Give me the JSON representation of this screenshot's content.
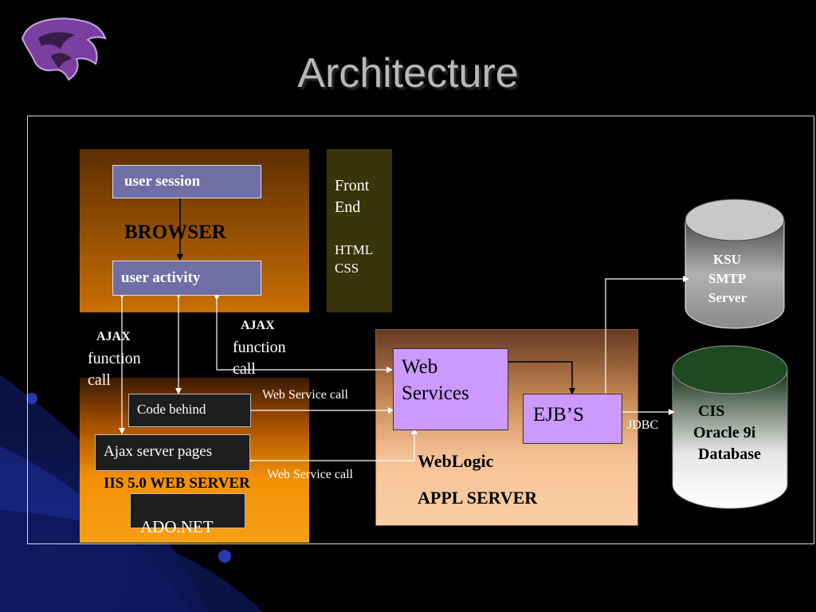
{
  "slide": {
    "title": "Architecture"
  },
  "browser": {
    "label": "BROWSER",
    "user_session": "user session",
    "user_activity": "user activity"
  },
  "front_end": {
    "line1": "Front",
    "line2": "End",
    "line3": "HTML",
    "line4": "CSS"
  },
  "iis": {
    "code_behind": "Code  behind",
    "ajax_pages": "Ajax server pages",
    "label": "IIS 5.0   WEB SERVER",
    "ado": "ADO.NET"
  },
  "ajax_left": {
    "line1": "AJAX",
    "line2": "function",
    "line3": "call"
  },
  "ajax_mid": {
    "line1": "AJAX",
    "line2": "function",
    "line3": "call"
  },
  "weblogic": {
    "web_services_1": "Web",
    "web_services_2": "Services",
    "ejbs": "EJB’S",
    "label1": "WebLogic",
    "label2": "APPL SERVER"
  },
  "connections": {
    "ws_call_upper": "Web Service call",
    "ws_call_lower": "Web Service call",
    "jdbc": "JDBC"
  },
  "smtp": {
    "line1": "KSU",
    "line2": "SMTP",
    "line3": "Server"
  },
  "cis": {
    "line1": "CIS",
    "line2": "Oracle 9i",
    "line3": "Database"
  },
  "colors": {
    "background": "#000000",
    "browser_box": "#c96f04",
    "front_end_box": "#373509",
    "iis_box": "#f28f05",
    "weblogic_box": "#fbcfa5",
    "session_box": "#6f6fa6",
    "service_box": "#cc99ff",
    "logo": "#7a3fa0"
  },
  "icons": {
    "logo": "wildcat-logo-icon",
    "smtp": "database-cylinder-icon",
    "cis": "database-cylinder-icon"
  }
}
